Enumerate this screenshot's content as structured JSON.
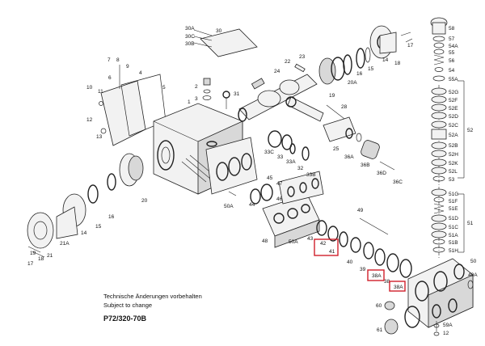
{
  "footer": {
    "line1": "Technische Änderungen vorbehalten",
    "line2": "Subject to change",
    "model": "P72/320-70B"
  },
  "callouts": {
    "c30a": "30A",
    "c30c": "30C",
    "c30b": "30B",
    "c30": "30",
    "c7": "7",
    "c8": "8",
    "c9": "9",
    "c4": "4",
    "c5": "5",
    "c6": "6",
    "c10": "10",
    "c11": "11",
    "c12": "12",
    "c13": "13",
    "c2": "2",
    "c3": "3",
    "c31": "31",
    "c1": "1",
    "c22": "22",
    "c23": "23",
    "c24": "24",
    "c20a_top": "20A",
    "c14_top": "14",
    "c19_top": "19",
    "c15_top": "15",
    "c16_top": "16",
    "c17_top": "17",
    "c18_top": "18",
    "c28": "28",
    "c25": "25",
    "c36a": "36A",
    "c36b": "36B",
    "c36d": "36D",
    "c36c": "36C",
    "c33c": "33C",
    "c33": "33",
    "c33a": "33A",
    "c32": "32",
    "c33b": "33B",
    "c20": "20",
    "c16": "16",
    "c15": "15",
    "c14": "14",
    "c21a": "21A",
    "c19": "19",
    "c21": "21",
    "c17": "17",
    "c18": "18",
    "c50a_left": "50A",
    "c47": "47",
    "c44": "44",
    "c45": "45",
    "c46": "46",
    "c49": "49",
    "c48": "48",
    "c50a": "50A",
    "c43": "43",
    "c42": "42",
    "c41": "41",
    "c40": "40",
    "c39": "39",
    "c38a_1": "38A",
    "c38": "38",
    "c38a_2": "38A",
    "c50": "50",
    "c49a": "49A",
    "c60": "60",
    "c61": "61",
    "c59a": "59A",
    "c12_bot": "12",
    "c58": "58",
    "c57": "57",
    "c54a": "54A",
    "c55": "55",
    "c56": "56",
    "c54": "54",
    "c55a": "55A",
    "c52g": "52G",
    "c52f": "52F",
    "c52e": "52E",
    "c52d": "52D",
    "c52c": "52C",
    "c52a": "52A",
    "c52b": "52B",
    "c52h": "52H",
    "c52k": "52K",
    "c52l": "52L",
    "c53": "53",
    "c52": "52",
    "c51g": "51G",
    "c51f": "51F",
    "c51e": "51E",
    "c51d": "51D",
    "c51c": "51C",
    "c51a": "51A",
    "c51b": "51B",
    "c51h": "51H",
    "c51": "51"
  },
  "highlight_color": "#d0202a"
}
